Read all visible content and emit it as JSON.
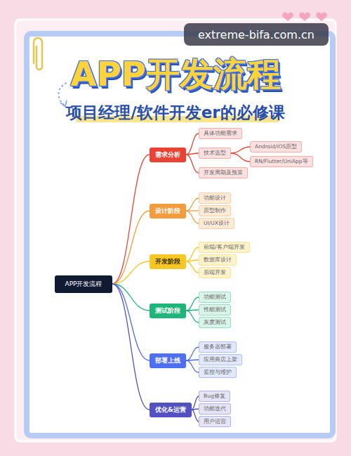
{
  "diagram": {
    "title": "APP开发流程",
    "nodes": [
      {
        "text": [
          "APP开发流程"
        ]
      },
      {
        "text": [
          "需求分析"
        ]
      },
      {
        "text": [
          "具体功能需求"
        ]
      },
      {
        "text": [
          "技术选型"
        ]
      },
      {
        "text": [
          "Android/iOS原型"
        ]
      },
      {
        "text": [
          "RN/Flutter/UniApp等"
        ]
      },
      {
        "text": [
          "开发周期及预算"
        ]
      },
      {
        "text": [
          "设计阶段"
        ]
      },
      {
        "text": [
          "功能设计"
        ]
      },
      {
        "text": [
          "原型制作"
        ]
      },
      {
        "text": [
          "UI/UX设计"
        ]
      },
      {
        "text": [
          "开发阶段"
        ]
      },
      {
        "text": [
          "前端/客户端开发"
        ]
      },
      {
        "text": [
          "数据库设计"
        ]
      },
      {
        "text": [
          "后端开发"
        ]
      },
      {
        "text": [
          "测试阶段"
        ]
      },
      {
        "text": [
          "功能测试"
        ]
      },
      {
        "text": [
          "性能测试"
        ]
      },
      {
        "text": [
          "灰度测试"
        ]
      },
      {
        "text": [
          "部署上线"
        ]
      },
      {
        "text": [
          "服务器部署"
        ]
      },
      {
        "text": [
          "应用商店上架"
        ]
      },
      {
        "text": [
          "监控与维护"
        ]
      },
      {
        "text": [
          "优化&运营"
        ]
      },
      {
        "text": [
          "Bug修复"
        ]
      },
      {
        "text": [
          "功能迭代"
        ]
      },
      {
        "text": [
          "用户运营"
        ]
      }
    ],
    "edges": [
      {
        "from": 0,
        "to": 1,
        "arrow": "none"
      },
      {
        "from": 0,
        "to": 7,
        "arrow": "none"
      },
      {
        "from": 0,
        "to": 11,
        "arrow": "none"
      },
      {
        "from": 0,
        "to": 15,
        "arrow": "none"
      },
      {
        "from": 0,
        "to": 19,
        "arrow": "none"
      },
      {
        "from": 0,
        "to": 23,
        "arrow": "none"
      },
      {
        "from": 1,
        "to": 2,
        "arrow": "none"
      },
      {
        "from": 1,
        "to": 3,
        "arrow": "none"
      },
      {
        "from": 1,
        "to": 6,
        "arrow": "none"
      },
      {
        "from": 3,
        "to": 4,
        "arrow": "none"
      },
      {
        "from": 3,
        "to": 5,
        "arrow": "none"
      },
      {
        "from": 7,
        "to": 8,
        "arrow": "none"
      },
      {
        "from": 7,
        "to": 9,
        "arrow": "none"
      },
      {
        "from": 7,
        "to": 10,
        "arrow": "none"
      },
      {
        "from": 11,
        "to": 12,
        "arrow": "none"
      },
      {
        "from": 11,
        "to": 13,
        "arrow": "none"
      },
      {
        "from": 11,
        "to": 14,
        "arrow": "none"
      },
      {
        "from": 15,
        "to": 16,
        "arrow": "none"
      },
      {
        "from": 15,
        "to": 17,
        "arrow": "none"
      },
      {
        "from": 15,
        "to": 18,
        "arrow": "none"
      },
      {
        "from": 19,
        "to": 20,
        "arrow": "none"
      },
      {
        "from": 19,
        "to": 21,
        "arrow": "none"
      },
      {
        "from": 19,
        "to": 22,
        "arrow": "none"
      },
      {
        "from": 23,
        "to": 24,
        "arrow": "none"
      },
      {
        "from": 23,
        "to": 25,
        "arrow": "none"
      },
      {
        "from": 23,
        "to": 26,
        "arrow": "none"
      }
    ],
    "labels": [
      "项目经理/软件开发er的必修课",
      "extreme-bifa.com.cn"
    ]
  }
}
